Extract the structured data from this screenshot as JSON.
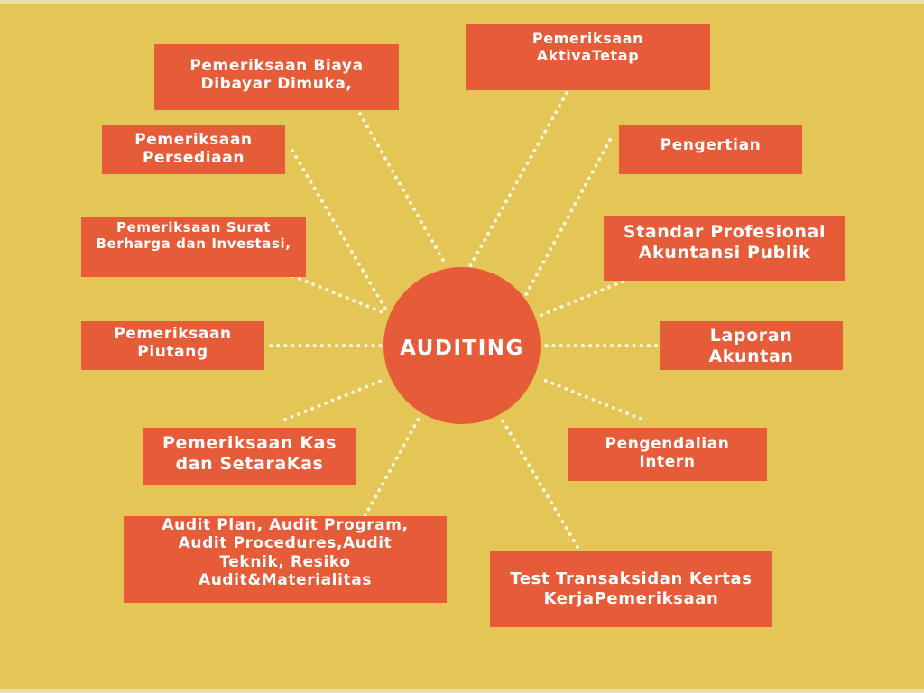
{
  "diagram": {
    "center_label": "AUDITING",
    "colors": {
      "background": "#e3c656",
      "node_fill": "#e65c38",
      "text": "#ffffff",
      "connector": "#fbf3dc"
    },
    "nodes": [
      {
        "id": "biaya-dibayar-dimuka",
        "lines": [
          "Pemeriksaan Biaya",
          "Dibayar Dimuka,"
        ]
      },
      {
        "id": "aktiva-tetap",
        "lines": [
          "Pemeriksaan",
          "AktivaTetap"
        ]
      },
      {
        "id": "persediaan",
        "lines": [
          "Pemeriksaan",
          "Persediaan"
        ]
      },
      {
        "id": "pengertian",
        "lines": [
          "Pengertian"
        ]
      },
      {
        "id": "surat-berharga",
        "lines": [
          "Pemeriksaan Surat",
          "Berharga dan Investasi,"
        ]
      },
      {
        "id": "standar-profesional",
        "lines": [
          "Standar Profesional",
          "Akuntansi Publik"
        ]
      },
      {
        "id": "piutang",
        "lines": [
          "Pemeriksaan",
          "Piutang"
        ]
      },
      {
        "id": "laporan-akuntan",
        "lines": [
          "Laporan",
          "Akuntan"
        ]
      },
      {
        "id": "kas-setara-kas",
        "lines": [
          "Pemeriksaan Kas",
          "dan SetaraKas"
        ]
      },
      {
        "id": "pengendalian-intern",
        "lines": [
          "Pengendalian",
          "Intern"
        ]
      },
      {
        "id": "audit-plan",
        "lines": [
          "Audit Plan, Audit Program,",
          "Audit Procedures,Audit",
          "Teknik, Resiko",
          "Audit&Materialitas"
        ]
      },
      {
        "id": "test-transaksi",
        "lines": [
          "Test Transaksidan Kertas",
          "KerjaPemeriksaan"
        ]
      }
    ]
  }
}
